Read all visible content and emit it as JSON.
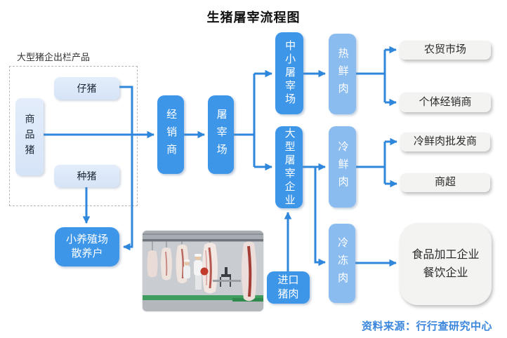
{
  "title": "生猪屠宰流程图",
  "source_note": "资料来源：行行查研究中心",
  "group_label": "大型猪企出栏产品",
  "nodes": {
    "commodity_pig": "商品猪",
    "piglet": "仔猪",
    "breeding_pig": "种猪",
    "small_farms_households": "小养殖场\n散养户",
    "dealer": "经销商",
    "slaughterhouse": "屠宰场",
    "small_medium_slaughterhouse": "中小屠宰场",
    "large_slaughter_enterprise": "大型屠宰企业",
    "imported_pork": "进口\n猪肉",
    "hot_fresh_meat": "热鲜肉",
    "chilled_fresh_meat": "冷鲜肉",
    "frozen_meat": "冷冻肉",
    "farmers_market": "农贸市场",
    "individual_dealers": "个体经销商",
    "chilled_meat_wholesalers": "冷鲜肉批发商",
    "supermarkets": "商超",
    "food_processing_catering": "食品加工企业\n餐饮企业"
  },
  "edges": [
    {
      "from": "commodity_pig",
      "to": "dealer"
    },
    {
      "from": "piglet",
      "to": "small_farms_households"
    },
    {
      "from": "breeding_pig",
      "to": "small_farms_households"
    },
    {
      "from": "dealer",
      "to": "slaughterhouse"
    },
    {
      "from": "slaughterhouse",
      "to": "small_medium_slaughterhouse"
    },
    {
      "from": "slaughterhouse",
      "to": "large_slaughter_enterprise"
    },
    {
      "from": "small_medium_slaughterhouse",
      "to": "hot_fresh_meat"
    },
    {
      "from": "hot_fresh_meat",
      "to": "farmers_market"
    },
    {
      "from": "hot_fresh_meat",
      "to": "individual_dealers"
    },
    {
      "from": "large_slaughter_enterprise",
      "to": "chilled_fresh_meat"
    },
    {
      "from": "large_slaughter_enterprise",
      "to": "frozen_meat"
    },
    {
      "from": "chilled_fresh_meat",
      "to": "chilled_meat_wholesalers"
    },
    {
      "from": "chilled_fresh_meat",
      "to": "supermarkets"
    },
    {
      "from": "frozen_meat",
      "to": "food_processing_catering"
    },
    {
      "from": "imported_pork",
      "to": "large_slaughter_enterprise"
    }
  ],
  "colors": {
    "box_blue": "#3E96E9",
    "box_light_blue": "#8BBCF0",
    "box_pale_blue": "#DCE9FB",
    "box_gray": "#F3F3F2",
    "connector_blue": "#2F87DC",
    "source_text_blue": "#3A86DC",
    "title_color": "#111111"
  }
}
